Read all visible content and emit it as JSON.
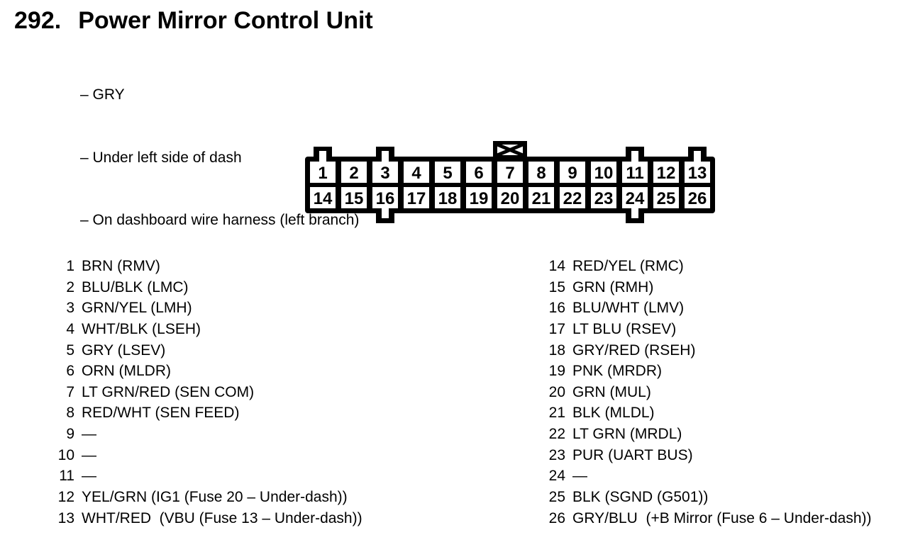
{
  "page": {
    "number": "292.",
    "title": "Power Mirror Control Unit",
    "details": [
      "– GRY",
      "– Under left side of dash",
      "– On dashboard wire harness (left branch)"
    ]
  },
  "connector": {
    "description": "26-pin connector, 2 rows of 13",
    "top_row_pins": [
      "1",
      "2",
      "3",
      "4",
      "5",
      "6",
      "7",
      "8",
      "9",
      "10",
      "11",
      "12",
      "13"
    ],
    "bottom_row_pins": [
      "14",
      "15",
      "16",
      "17",
      "18",
      "19",
      "20",
      "21",
      "22",
      "23",
      "24",
      "25",
      "26"
    ],
    "top_tab_pins": [
      "1",
      "3",
      "11",
      "13"
    ],
    "bottom_tab_pins": [
      "16",
      "24"
    ],
    "latch_above_pin": "7"
  },
  "pins_left": [
    {
      "num": "1",
      "label": "BRN (RMV)"
    },
    {
      "num": "2",
      "label": "BLU/BLK (LMC)"
    },
    {
      "num": "3",
      "label": "GRN/YEL (LMH)"
    },
    {
      "num": "4",
      "label": "WHT/BLK (LSEH)"
    },
    {
      "num": "5",
      "label": "GRY (LSEV)"
    },
    {
      "num": "6",
      "label": "ORN (MLDR)"
    },
    {
      "num": "7",
      "label": "LT GRN/RED (SEN COM)"
    },
    {
      "num": "8",
      "label": "RED/WHT (SEN FEED)"
    },
    {
      "num": "9",
      "label": "—"
    },
    {
      "num": "10",
      "label": "—"
    },
    {
      "num": "11",
      "label": "—"
    },
    {
      "num": "12",
      "label": "YEL/GRN (IG1 (Fuse 20 – Under-dash))"
    },
    {
      "num": "13",
      "label": "WHT/RED  (VBU (Fuse 13 – Under-dash))"
    }
  ],
  "pins_right": [
    {
      "num": "14",
      "label": "RED/YEL (RMC)"
    },
    {
      "num": "15",
      "label": "GRN (RMH)"
    },
    {
      "num": "16",
      "label": "BLU/WHT (LMV)"
    },
    {
      "num": "17",
      "label": "LT BLU (RSEV)"
    },
    {
      "num": "18",
      "label": "GRY/RED (RSEH)"
    },
    {
      "num": "19",
      "label": "PNK (MRDR)"
    },
    {
      "num": "20",
      "label": "GRN (MUL)"
    },
    {
      "num": "21",
      "label": "BLK (MLDL)"
    },
    {
      "num": "22",
      "label": "LT GRN (MRDL)"
    },
    {
      "num": "23",
      "label": "PUR (UART BUS)"
    },
    {
      "num": "24",
      "label": "—"
    },
    {
      "num": "25",
      "label": "BLK (SGND (G501))"
    },
    {
      "num": "26",
      "label": "GRY/BLU  (+B Mirror (Fuse 6 – Under-dash))"
    }
  ],
  "colors": {
    "ink": "#000000",
    "paper": "#ffffff"
  }
}
